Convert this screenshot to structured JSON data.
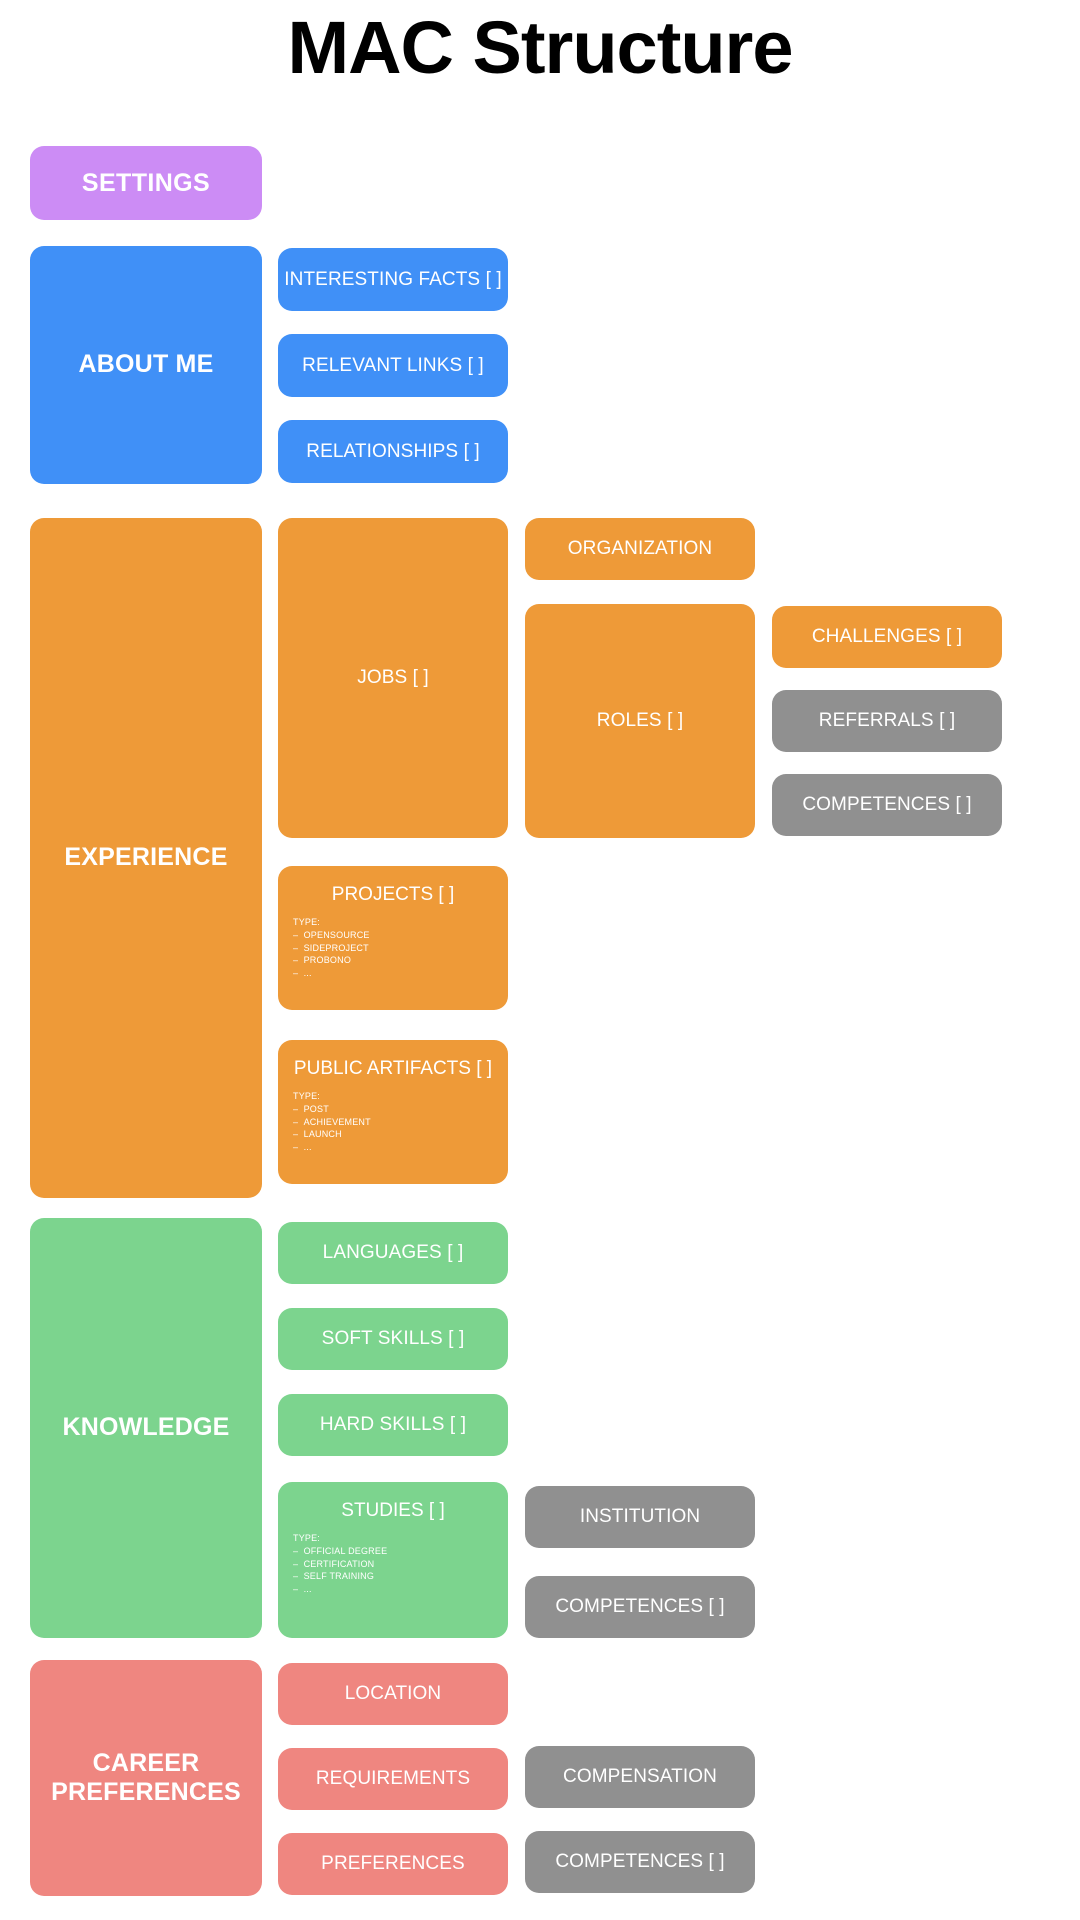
{
  "page": {
    "title": "MAC Structure",
    "background": "#FFFFFF"
  },
  "colors": {
    "purple": "#CC8CF5",
    "blue": "#4090F7",
    "orange": "#EE9A38",
    "green": "#7CD48E",
    "salmon": "#EF8680",
    "grey": "#909090",
    "title_text": "#000000",
    "block_text": "#FFFFFF"
  },
  "settings": {
    "label": "SETTINGS",
    "color": "#CC8CF5"
  },
  "sections": [
    {
      "id": "about-me",
      "label": "ABOUT ME",
      "color": "#4090F7",
      "children": [
        {
          "id": "interesting-facts",
          "label": "INTERESTING FACTS [ ]",
          "color": "#4090F7"
        },
        {
          "id": "relevant-links",
          "label": "RELEVANT LINKS [ ]",
          "color": "#4090F7"
        },
        {
          "id": "relationships",
          "label": "RELATIONSHIPS [ ]",
          "color": "#4090F7"
        }
      ]
    },
    {
      "id": "experience",
      "label": "EXPERIENCE",
      "color": "#EE9A38",
      "children": [
        {
          "id": "jobs",
          "label": "JOBS [ ]",
          "color": "#EE9A38"
        },
        {
          "id": "projects",
          "label": "PROJECTS [ ]",
          "color": "#EE9A38",
          "type_heading": "TYPE:",
          "type_items": [
            "OPENSOURCE",
            "SIDEPROJECT",
            "PROBONO",
            "..."
          ]
        },
        {
          "id": "public-artifacts",
          "label": "PUBLIC ARTIFACTS [ ]",
          "color": "#EE9A38",
          "type_heading": "TYPE:",
          "type_items": [
            "POST",
            "ACHIEVEMENT",
            "LAUNCH",
            "..."
          ]
        },
        {
          "id": "organization",
          "label": "ORGANIZATION",
          "color": "#EE9A38"
        },
        {
          "id": "roles",
          "label": "ROLES [ ]",
          "color": "#EE9A38"
        },
        {
          "id": "challenges",
          "label": "CHALLENGES [ ]",
          "color": "#EE9A38"
        },
        {
          "id": "referrals",
          "label": "REFERRALS [ ]",
          "color": "#909090"
        },
        {
          "id": "experience-competences",
          "label": "COMPETENCES [ ]",
          "color": "#909090"
        }
      ]
    },
    {
      "id": "knowledge",
      "label": "KNOWLEDGE",
      "color": "#7CD48E",
      "children": [
        {
          "id": "languages",
          "label": "LANGUAGES [ ]",
          "color": "#7CD48E"
        },
        {
          "id": "soft-skills",
          "label": "SOFT SKILLS [ ]",
          "color": "#7CD48E"
        },
        {
          "id": "hard-skills",
          "label": "HARD SKILLS [ ]",
          "color": "#7CD48E"
        },
        {
          "id": "studies",
          "label": "STUDIES [ ]",
          "color": "#7CD48E",
          "type_heading": "TYPE:",
          "type_items": [
            "OFFICIAL DEGREE",
            "CERTIFICATION",
            "SELF TRAINING",
            "..."
          ]
        },
        {
          "id": "institution",
          "label": "INSTITUTION",
          "color": "#909090"
        },
        {
          "id": "knowledge-competences",
          "label": "COMPETENCES [ ]",
          "color": "#909090"
        }
      ]
    },
    {
      "id": "career-preferences",
      "label": "CAREER\nPREFERENCES",
      "color": "#EF8680",
      "children": [
        {
          "id": "location",
          "label": "LOCATION",
          "color": "#EF8680"
        },
        {
          "id": "requirements",
          "label": "REQUIREMENTS",
          "color": "#EF8680"
        },
        {
          "id": "preferences",
          "label": "PREFERENCES",
          "color": "#EF8680"
        },
        {
          "id": "compensation",
          "label": "COMPENSATION",
          "color": "#909090"
        },
        {
          "id": "career-competences",
          "label": "COMPETENCES [ ]",
          "color": "#909090"
        }
      ]
    }
  ]
}
